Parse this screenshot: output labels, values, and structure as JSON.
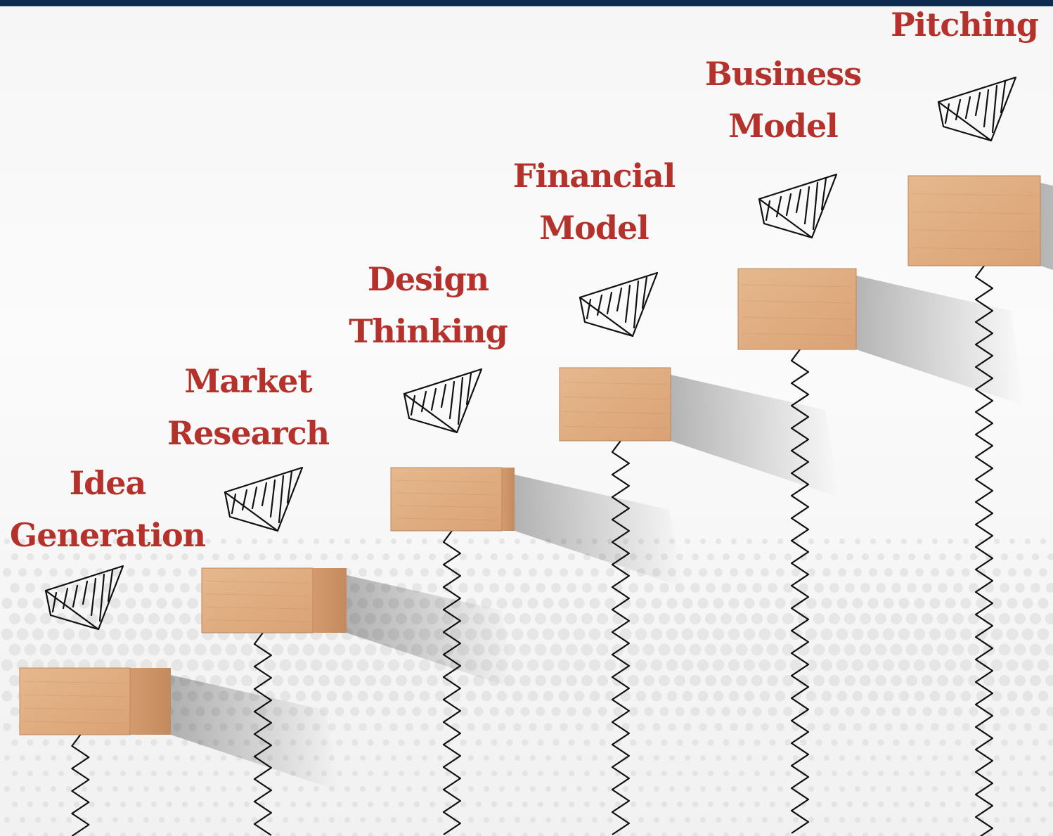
{
  "colors": {
    "top_bar": "#0d2a4f",
    "label": "#b5312b",
    "block_top": "#e2b288",
    "block_side": "#c98f63",
    "dots": "#d9d9d9",
    "spring": "#111111"
  },
  "steps": [
    {
      "line1": "Idea",
      "line2": "Generation"
    },
    {
      "line1": "Market",
      "line2": "Research"
    },
    {
      "line1": "Design",
      "line2": "Thinking"
    },
    {
      "line1": "Financial",
      "line2": "Model"
    },
    {
      "line1": "Business",
      "line2": "Model"
    },
    {
      "line1": "Pitching",
      "line2": ""
    }
  ],
  "icons": [
    "wooden-block-icon",
    "coil-spring-icon",
    "sketched-arrow-icon"
  ]
}
